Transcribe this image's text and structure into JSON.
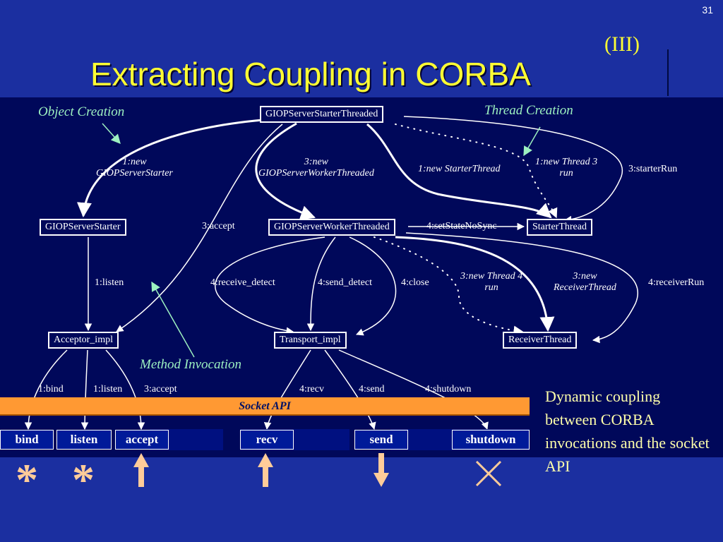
{
  "slide_number": "31",
  "title": "Extracting Coupling in CORBA",
  "title_suffix": "(III)",
  "annotations": {
    "object_creation": "Object Creation",
    "thread_creation": "Thread Creation",
    "method_invocation": "Method Invocation"
  },
  "nodes": {
    "giop_server_starter_threaded": "GIOPServerStarterThreaded",
    "giop_server_starter": "GIOPServerStarter",
    "giop_server_worker_threaded": "GIOPServerWorkerThreaded",
    "starter_thread": "StarterThread",
    "acceptor_impl": "Acceptor_impl",
    "transport_impl": "Transport_impl",
    "receiver_thread": "ReceiverThread"
  },
  "edges": {
    "new_giop_server_starter": "1:new\nGIOPServerStarter",
    "new_giop_server_worker_threaded": "3:new\nGIOPServerWorkerThreaded",
    "new_starter_thread": "1:new StarterThread",
    "new_thread_3_run": "1:new Thread 3\nrun",
    "starter_run": "3:starterRun",
    "accept": "3:accept",
    "set_state_no_sync": "4:setStateNoSync",
    "listen": "1:listen",
    "receive_detect": "4:receive_detect",
    "send_detect": "4:send_detect",
    "close": "4:close",
    "new_thread_4_run": "3:new Thread 4\nrun",
    "new_receiver_thread": "3:new\nReceiverThread",
    "receiver_run": "4:receiverRun",
    "sock_bind": "1:bind",
    "sock_listen": "1:listen",
    "sock_accept": "3:accept",
    "sock_recv": "4:recv",
    "sock_send": "4:send",
    "sock_shutdown": "4:shutdown"
  },
  "socket_api_label": "Socket API",
  "api_calls": {
    "bind": "bind",
    "listen": "listen",
    "accept": "accept",
    "recv": "recv",
    "send": "send",
    "shutdown": "shutdown"
  },
  "markers": {
    "bind": "*",
    "listen": "*"
  },
  "icons": {
    "accept": "arrow-up-icon",
    "recv": "arrow-up-icon",
    "send": "arrow-down-icon",
    "shutdown": "cross-icon"
  },
  "caption": "Dynamic coupling between CORBA invocations and the socket API",
  "colors": {
    "background": "#1b2fa0",
    "graph_panel": "#00085a",
    "title": "#ffff33",
    "socket_bar": "#ff9933",
    "annotation": "#9cf0c0",
    "caption": "#ffffaa",
    "arrow_marker": "#ffcc99"
  }
}
